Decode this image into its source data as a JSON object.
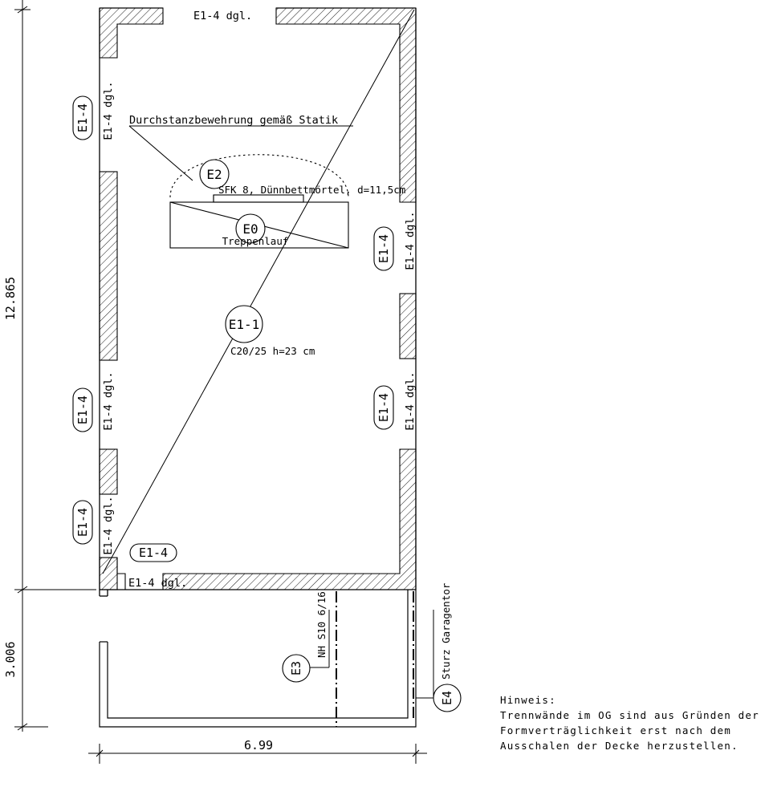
{
  "dimensions": {
    "height_upper": "12.865",
    "height_lower": "3.006",
    "width": "6.99"
  },
  "labels": {
    "top_dgl": "E1-4 dgl.",
    "left_dgl_1": "E1-4 dgl.",
    "left_dgl_2": "E1-4 dgl.",
    "left_dgl_3": "E1-4 dgl.",
    "right_dgl_1": "E1-4 dgl.",
    "right_dgl_2": "E1-4 dgl.",
    "bottom_dgl": "E1-4 dgl.",
    "punching_note": "Durchstanzbewehrung gemäß Statik",
    "sfk_note": "SFK 8, Dünnbettmörtel, d=11,5cm",
    "stair_label": "Treppenlauf",
    "slab_spec": "C20/25 h=23 cm",
    "beam_e3": "NH S10 6/16",
    "beam_e4": "Sturz Garagentor"
  },
  "bubbles": {
    "e2": "E2",
    "e0": "E0",
    "e1_1": "E1-1",
    "e3": "E3",
    "e4": "E4",
    "left_1": "E1-4",
    "left_2": "E1-4",
    "left_3": "E1-4",
    "right_1": "E1-4",
    "right_2": "E1-4",
    "corner": "E1-4"
  },
  "note": {
    "title": "Hinweis:",
    "line1": "Trennwände im OG sind aus Gründen der",
    "line2": "Formverträglichkeit erst nach dem",
    "line3": "Ausschalen der Decke herzustellen."
  }
}
